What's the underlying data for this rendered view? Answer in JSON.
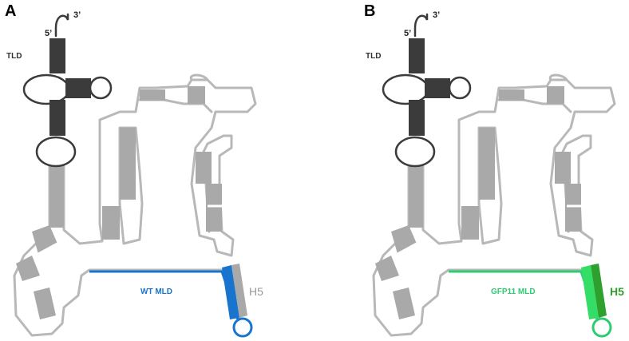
{
  "panels": [
    {
      "id": "A",
      "label": "A",
      "five_prime": "5’",
      "three_prime": "3’",
      "domain_label": "TLD",
      "mld_label": "WT MLD",
      "helix_label": "H5",
      "colors": {
        "mld": "#1874cd",
        "helix_dark": "#1874cd",
        "helix_light": "#a9a9a9",
        "helix_text": "#999999"
      }
    },
    {
      "id": "B",
      "label": "B",
      "five_prime": "5’",
      "three_prime": "3’",
      "domain_label": "TLD",
      "mld_label": "GFP11 MLD",
      "helix_label": "H5",
      "colors": {
        "mld": "#2ecc71",
        "helix_dark": "#2ea02e",
        "helix_light": "#33dd66",
        "helix_text": "#2ea02e"
      }
    }
  ],
  "colors": {
    "backbone": "#b8b8b8",
    "stem": "#a9a9a9",
    "tld": "#3b3b3b"
  }
}
